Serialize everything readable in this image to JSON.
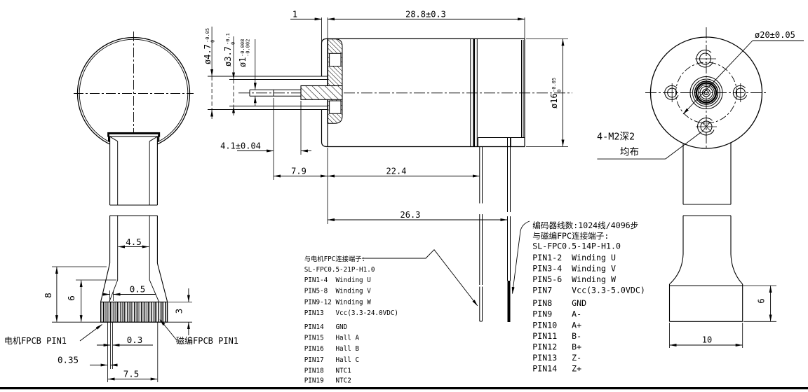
{
  "colors": {
    "line": "#000000",
    "background": "#ffffff"
  },
  "section_view": {
    "dims": {
      "front_plate": "1",
      "body_length": "28.8±0.3",
      "shaft_step": "4.1±0.04",
      "shaft_protrusion": "7.9",
      "motor_fpc_pos": "22.4",
      "encoder_fpc_pos": "26.3",
      "dia_sleeve": {
        "main": "ø4.7",
        "tol_up": "0",
        "tol_dn": "-0.05"
      },
      "dia_collar": {
        "main": "ø3.7",
        "tol_up": "0",
        "tol_dn": "-0.1"
      },
      "dia_shaft": {
        "main": "ø1",
        "tol_up": "-0.002",
        "tol_dn": "-0.008"
      },
      "dia_body": {
        "main": "ø16",
        "tol_up": "0",
        "tol_dn": "-0.05"
      }
    }
  },
  "front_view": {
    "dims": {
      "cable_width": "4.5",
      "stiffener_height": "8",
      "finger_zone_height": "6",
      "finger_pitch": "0.5",
      "connector_height": "3",
      "finger_width": "0.3",
      "edge_margin": "0.35",
      "connector_width": "7.5"
    },
    "labels": {
      "pin1_left": "电机FPCB PIN1",
      "pin1_right": "磁编FPCB PIN1"
    }
  },
  "rear_view": {
    "dims": {
      "dia_flange": "ø20±0.05",
      "connector_width": "10",
      "connector_height": "6"
    },
    "labels": {
      "mounting_holes_line1": "4-M2深2",
      "mounting_holes_line2": "均布"
    }
  },
  "motor_connector": {
    "heading": "与电机FPC连接端子:",
    "part_no": "SL-FPC0.5-21P-H1.0",
    "pins": [
      "PIN1-4  Winding U",
      "PIN5-8  Winding V",
      "PIN9-12 Winding W",
      "PIN13   Vcc(3.3-24.0VDC)",
      "PIN14   GND",
      "PIN15   Hall A",
      "PIN16   Hall B",
      "PIN17   Hall C",
      "PIN18   NTC1",
      "PIN19   NTC2"
    ]
  },
  "encoder_connector": {
    "note": "编码器线数:1024线/4096步",
    "heading": "与磁编FPC连接端子:",
    "part_no": "SL-FPC0.5-14P-H1.0",
    "pins": [
      "PIN1-2  Winding U",
      "PIN3-4  Winding V",
      "PIN5-6  Winding W",
      "PIN7    Vcc(3.3-5.0VDC)",
      "PIN8    GND",
      "PIN9    A-",
      "PIN10   A+",
      "PIN11   B-",
      "PIN12   B+",
      "PIN13   Z-",
      "PIN14   Z+"
    ]
  }
}
